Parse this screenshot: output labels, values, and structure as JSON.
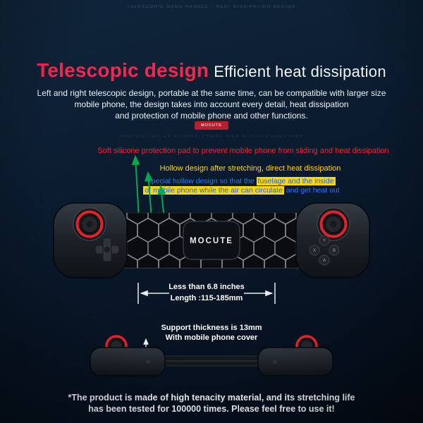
{
  "colors": {
    "background_top": "#10263c",
    "background_bottom": "#040c18",
    "title_red": "#f02a4e",
    "text_white": "#f4f7fb",
    "annotation_red": "#ff1f2e",
    "annotation_yellow": "#ffd800",
    "annotation_blue": "#1e7bff",
    "highlight_yellow": "#ffd800",
    "arrow_green": "#00a84f",
    "joystick_ring_red": "#e0242a",
    "badge_red": "#d5202e"
  },
  "top_watermark": "TELESCOPIC GAME HANDLE · HEAT DISSIPATION DESIGN",
  "header": {
    "title_red": "Telescopic design",
    "title_white": "Efficient heat dissipation",
    "paragraph_lines": [
      "Left and right telescopic design, portable at the same time, can be compatible with larger size",
      "mobile phone, the design takes into account every detail, heat dissipation",
      "and protection of mobile phone and other functions."
    ]
  },
  "watermark": {
    "badge": "MOCUTE",
    "line1": "TELESCOPIC DESIGN EFFICIENT HEAT DISSIPATION",
    "line2": "PROTECTION OF MOBILE PHONE AND OTHER FUNCTIONS"
  },
  "annotations": {
    "red": "Soft silicone protection pad to prevent mobile phone from sliding and heat dissipation",
    "yellow": "Hollow design after stretching, direct heat dissipation",
    "blue_line1_start": "special hollow design so that the ",
    "blue_line1_highlight": "fuselage and the inside",
    "blue_line2_highlight": "of mobile phone while the air can circulate",
    "blue_line2_end": " and get heat out"
  },
  "controller": {
    "brand": "MOCUTE",
    "buttons": [
      "Y",
      "X",
      "B",
      "A"
    ]
  },
  "dimensions": {
    "line1": "Less than 6.8 inches",
    "line2": "Length :115-185mm"
  },
  "thickness": {
    "line1": "Support thickness is 13mm",
    "line2": "With mobile phone cover"
  },
  "footer": {
    "line1": "*The product is made of high tenacity material, and its stretching life",
    "line2": "has been tested for 100000 times. Please feel free to use it!"
  }
}
